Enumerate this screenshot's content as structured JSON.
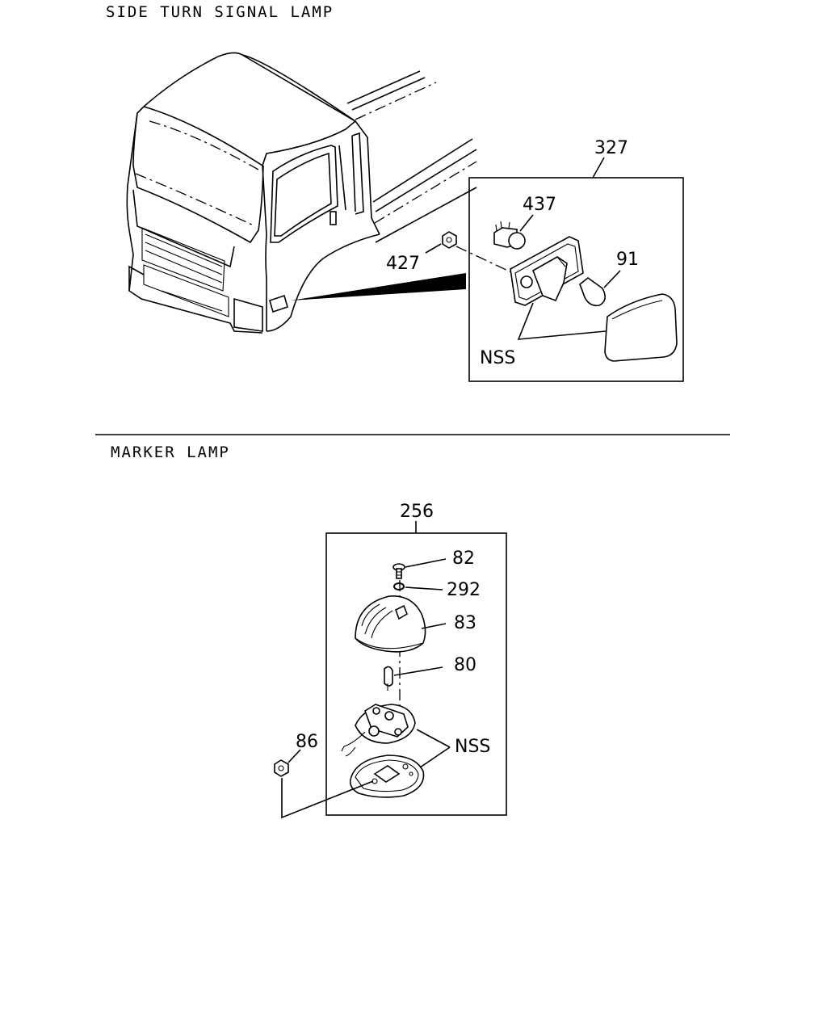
{
  "sections": {
    "side_turn": {
      "title": "SIDE TURN SIGNAL LAMP",
      "callouts": {
        "assembly": "327",
        "bulb_socket": "437",
        "nut": "427",
        "bulb": "91",
        "nss": "NSS"
      }
    },
    "marker": {
      "title": "MARKER LAMP",
      "callouts": {
        "assembly": "256",
        "screw": "82",
        "washer": "292",
        "lens": "83",
        "bulb": "80",
        "nut": "86",
        "nss": "NSS"
      }
    }
  }
}
